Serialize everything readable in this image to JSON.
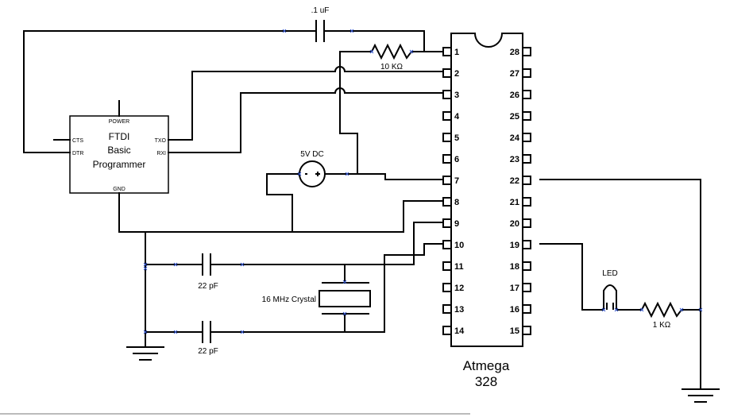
{
  "ftdi": {
    "title_lines": [
      "FTDI",
      "Basic",
      "Programmer"
    ],
    "pins": {
      "power": "POWER",
      "cts": "CTS",
      "dtr": "DTR",
      "txo": "TXO",
      "rxi": "RXI",
      "gnd": "GND"
    }
  },
  "components": {
    "cap_top": ".1 uF",
    "resistor_top": "10 KΩ",
    "power_source": "5V DC",
    "cap_a": "22 pF",
    "cap_b": "22 pF",
    "crystal": "16 MHz Crystal",
    "led": "LED",
    "resistor_led": "1 KΩ"
  },
  "chip": {
    "name_line1": "Atmega",
    "name_line2": "328",
    "left_pins": [
      "1",
      "2",
      "3",
      "4",
      "5",
      "6",
      "7",
      "8",
      "9",
      "10",
      "11",
      "12",
      "13",
      "14"
    ],
    "right_pins": [
      "28",
      "27",
      "26",
      "25",
      "24",
      "23",
      "22",
      "21",
      "20",
      "19",
      "18",
      "17",
      "16",
      "15"
    ]
  }
}
